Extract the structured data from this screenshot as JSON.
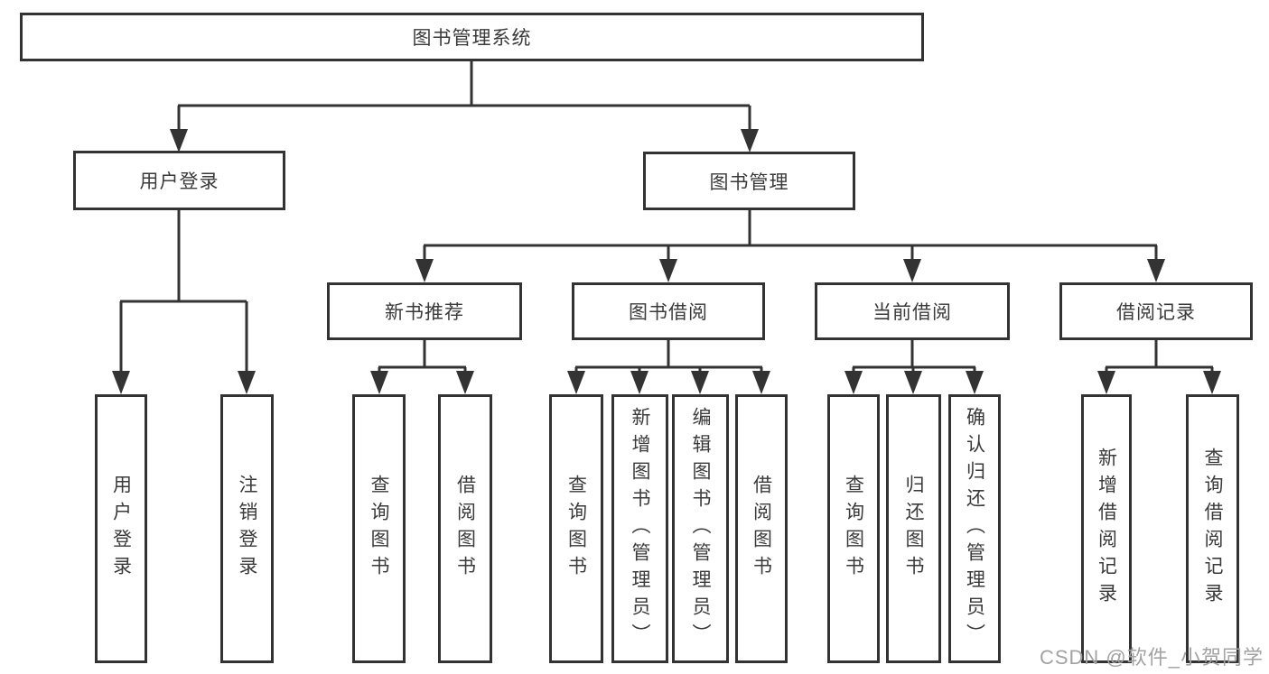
{
  "diagram_title": "图书管理系统",
  "nodes": {
    "root": "图书管理系统",
    "user_login": "用户登录",
    "book_mgmt": "图书管理",
    "new_book_rec": "新书推荐",
    "book_borrow": "图书借阅",
    "current_borrow": "当前借阅",
    "borrow_records": "借阅记录",
    "leaf_user_login": "用户登录",
    "leaf_logout": "注销登录",
    "leaf_query_book_1": "查询图书",
    "leaf_borrow_book_1": "借阅图书",
    "leaf_query_book_2": "查询图书",
    "leaf_add_book_admin": "新增图书（管理员）",
    "leaf_edit_book_admin": "编辑图书（管理员）",
    "leaf_borrow_book_2": "借阅图书",
    "leaf_query_book_3": "查询图书",
    "leaf_return_book": "归还图书",
    "leaf_confirm_return_admin": "确认归还（管理员）",
    "leaf_add_borrow_record": "新增借阅记录",
    "leaf_query_borrow_record": "查询借阅记录"
  },
  "watermark": "CSDN @软件_小贺同学",
  "colors": {
    "line": "#333333",
    "text": "#3a3a3a",
    "watermark": "#a2a2a2",
    "background": "#ffffff"
  }
}
